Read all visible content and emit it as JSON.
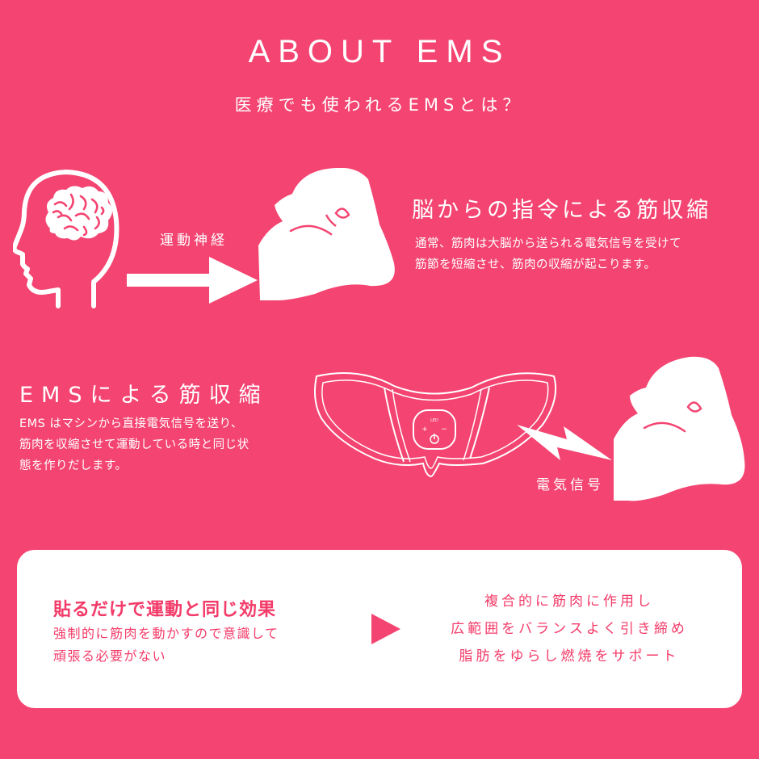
{
  "header": {
    "title": "ABOUT EMS",
    "subtitle": "医療でも使われるEMSとは？"
  },
  "brain_section": {
    "nerve_label": "運動神経",
    "heading": "脳からの指令による筋収縮",
    "body_lines": [
      "通常、筋肉は大脳から送られる電気信号を受けて",
      "筋節を短縮させ、筋肉の収縮が起こります。"
    ]
  },
  "ems_section": {
    "heading": "EMSによる筋収縮",
    "body_lines": [
      "EMS はマシンから直接電気信号を送り、",
      "筋肉を収縮させて運動している時と同じ状",
      "態を作りだします。"
    ],
    "signal_label": "電気信号",
    "device_display": "LED"
  },
  "panel": {
    "heading": "貼るだけで運動と同じ効果",
    "body_lines": [
      "強制的に筋肉を動かすので意識して",
      "頑張る必要がない"
    ],
    "result_lines": [
      "複合的に筋肉に作用し",
      "広範囲をバランスよく引き締め",
      "脂肪をゆらし燃焼をサポート"
    ]
  },
  "colors": {
    "background": "#f44471",
    "panel_background": "#ffffff",
    "panel_text": "#f33a68"
  },
  "icons": [
    "head-brain-icon",
    "arrow-right-icon",
    "flexed-arm-icon",
    "ems-pad-device-icon",
    "lightning-bolt-icon",
    "flexed-arm-icon",
    "triangle-right-icon"
  ]
}
